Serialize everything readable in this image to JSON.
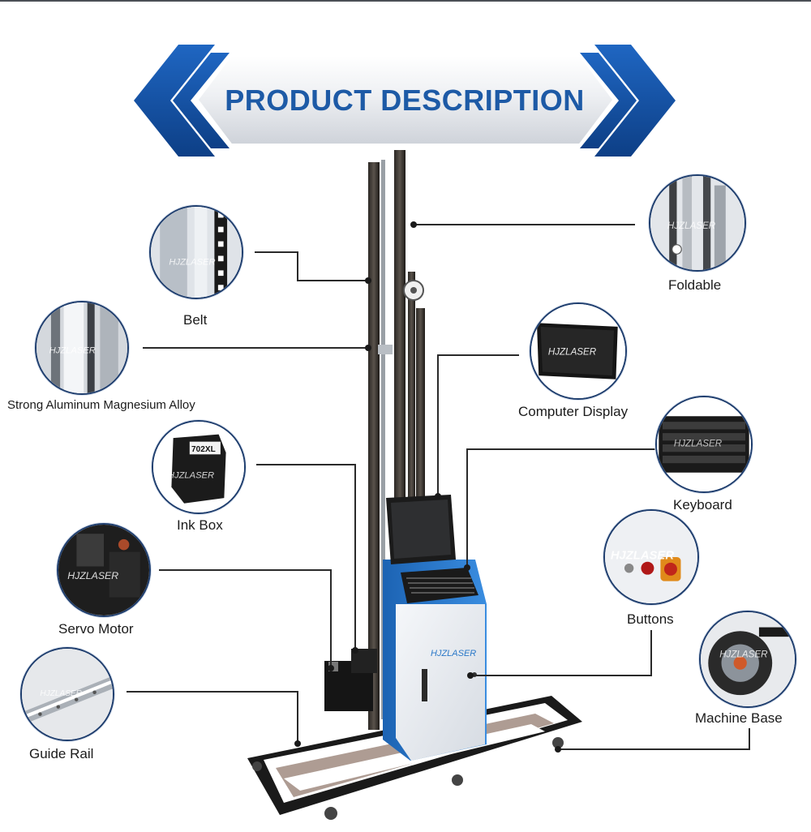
{
  "banner": {
    "title": "PRODUCT DESCRIPTION"
  },
  "brand": {
    "logo": "HJZLASER"
  },
  "printer_tag": {
    "label": "702XL"
  },
  "colors": {
    "banner_blue": "#1d5aa6",
    "cabinet_blue": "#2a78c8",
    "frame_black": "#1c1c1c",
    "leader_line": "#2a2a2a"
  },
  "callouts": {
    "belt": {
      "label": "Belt"
    },
    "alloy": {
      "label": "Strong Aluminum Magnesium Alloy"
    },
    "ink_box": {
      "label": "Ink Box"
    },
    "servo_motor": {
      "label": "Servo Motor"
    },
    "guide_rail": {
      "label": "Guide Rail"
    },
    "foldable": {
      "label": "Foldable"
    },
    "computer_display": {
      "label": "Computer Display"
    },
    "keyboard": {
      "label": "Keyboard"
    },
    "buttons": {
      "label": "Buttons"
    },
    "machine_base": {
      "label": "Machine Base"
    }
  }
}
